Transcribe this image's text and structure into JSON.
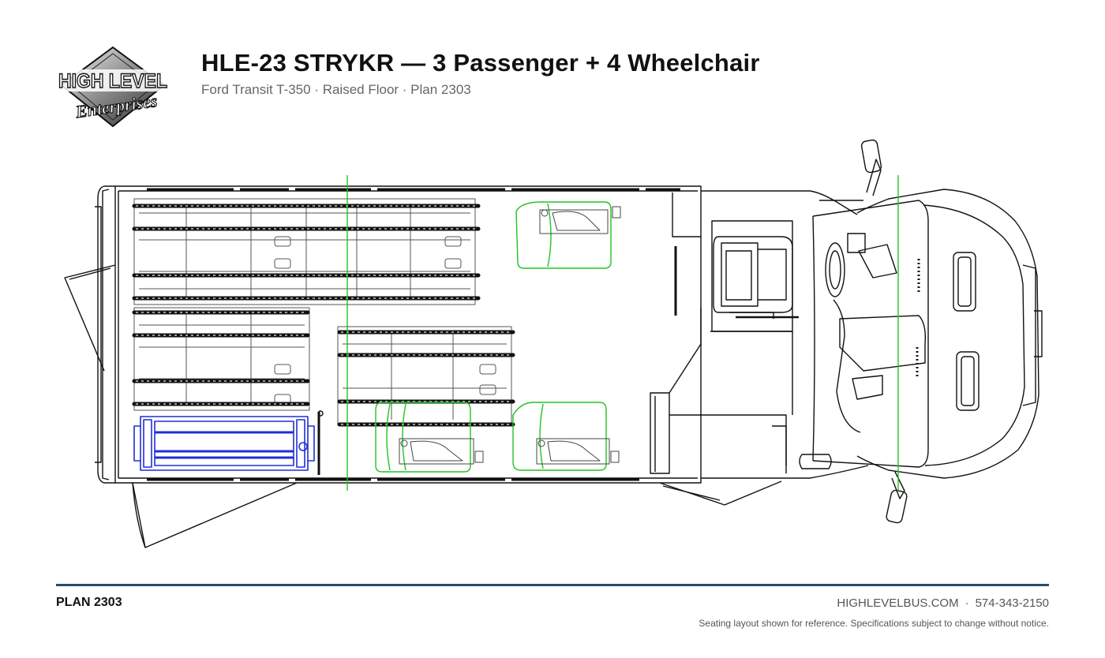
{
  "header": {
    "logo_text_line1": "HIGH LEVEL",
    "logo_text_line2": "Enterprises",
    "title": "HLE-23 STRYKR — 3 Passenger + 4 Wheelchair",
    "subtitle": "Ford Transit T-350 · Raised Floor · Plan 2303"
  },
  "footer": {
    "plan_code": "PLAN 2303",
    "website": "HIGHLEVELBUS.COM",
    "separator": "·",
    "phone": "574-343-2150",
    "disclaimer": "Seating layout shown for reference. Specifications subject to change without notice."
  },
  "colors": {
    "accent_rule": "#2b4a6f",
    "wheelchair_position": "#22c322",
    "wheelchair_lift": "#1f2fd6",
    "axle_marker": "#22c322",
    "outline": "#111111"
  },
  "icons": [
    "logo-diamond-icon",
    "steering-wheel-icon",
    "wheelchair-lift-icon",
    "wheelchair-position-icon"
  ]
}
